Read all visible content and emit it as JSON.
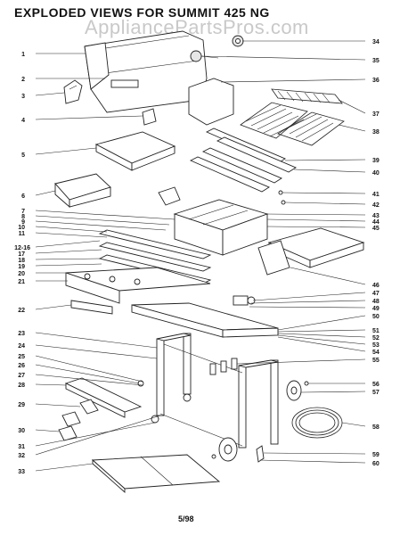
{
  "header": {
    "title": "EXPLODED VIEWS FOR SUMMIT 425 NG",
    "watermark": "AppliancePartsPros.com",
    "page_number": "5/98"
  },
  "callouts_left": [
    "1",
    "2",
    "3",
    "4",
    "5",
    "6",
    "7",
    "8",
    "9",
    "10",
    "11",
    "12-16",
    "17",
    "18",
    "19",
    "20",
    "21",
    "22",
    "23",
    "24",
    "25",
    "26",
    "27",
    "28",
    "29",
    "30",
    "31",
    "32",
    "33"
  ],
  "callouts_right": [
    "34",
    "35",
    "36",
    "37",
    "38",
    "39",
    "40",
    "41",
    "42",
    "43",
    "44",
    "45",
    "46",
    "47",
    "48",
    "49",
    "50",
    "51",
    "52",
    "53",
    "54",
    "55",
    "56",
    "57",
    "58",
    "59",
    "60"
  ]
}
